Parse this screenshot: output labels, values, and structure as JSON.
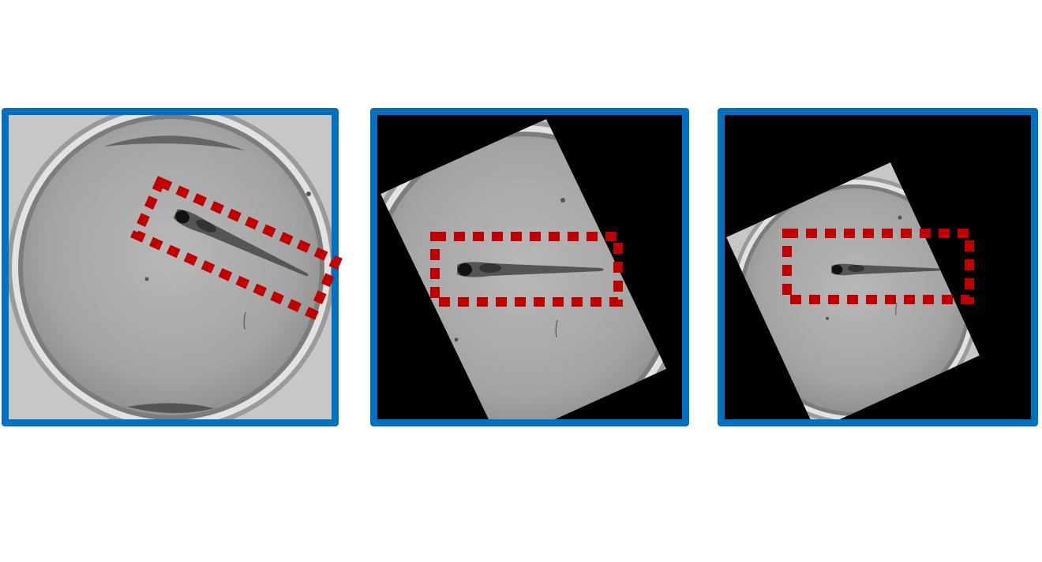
{
  "colors": {
    "frame_border": "#0070c0",
    "roi_box": "#c00000",
    "rotated_background": "#000000",
    "dish_gray": "#a7a7a7"
  },
  "panels": [
    {
      "id": "original",
      "rotation_deg": 0
    },
    {
      "id": "rotated",
      "rotation_deg": 30
    },
    {
      "id": "rotated-scaled",
      "rotation_deg": 30
    }
  ]
}
